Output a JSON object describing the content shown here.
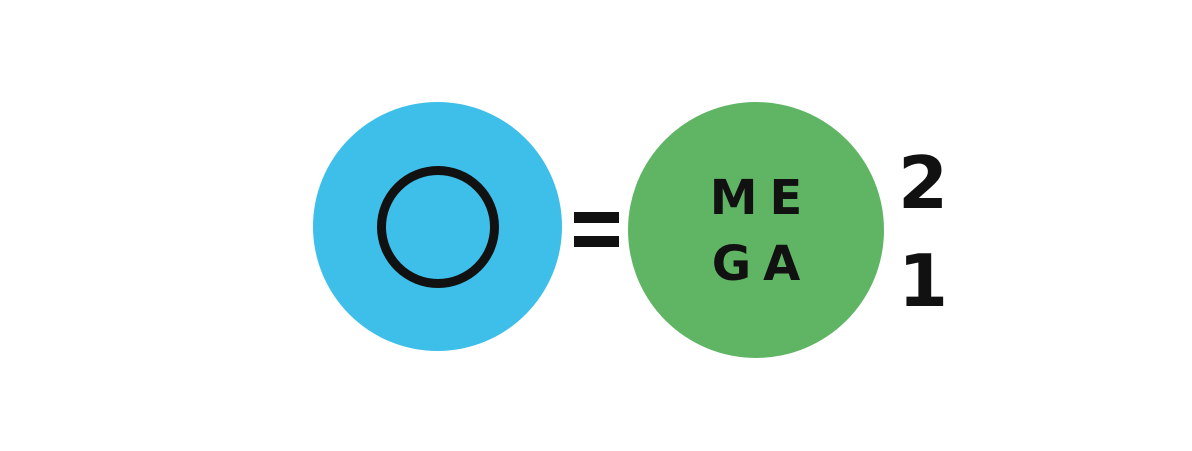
{
  "logo": {
    "left_symbol": "circle-ring",
    "operator": "=",
    "right_text_line1": "ME",
    "right_text_line2": "GA",
    "digit_top": "2",
    "digit_bottom": "1"
  },
  "colors": {
    "background": "#ffffff",
    "blue_circle": "#3dbfe9",
    "green_circle": "#5fb564",
    "ink": "#111111"
  }
}
